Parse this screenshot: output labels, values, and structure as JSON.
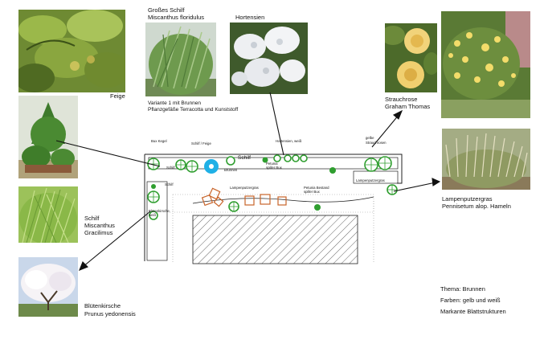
{
  "captions": {
    "feige": "Feige",
    "grosses_schilf_1": "Großes Schilf",
    "grosses_schilf_2": "Miscanthus floridulus",
    "hortensien": "Hortensien",
    "variante_1": "Variante 1 mit Brunnen",
    "variante_2": "Pflanzgefäße Terracotta und Kunststoff",
    "strauchrose_1": "Strauchrose",
    "strauchrose_2": "Graham Thomas",
    "schilf_1": "Schilf",
    "schilf_2": "Miscanthus",
    "schilf_3": "Gracilimus",
    "lampenputzergras_1": "Lampenputzergras",
    "lampenputzergras_2": "Pennisetum alop. Hameln",
    "bluetenkirsche_1": "Blütenkirsche",
    "bluetenkirsche_2": "Prunus yedonensis"
  },
  "info": {
    "thema": "Thema: Brunnen",
    "farben": "Farben: gelb und weiß",
    "blatt": "Markante Blattstrukturen"
  },
  "plan_labels": {
    "bux_kegel": "Bux Kegel",
    "schilf_feige": "Schilf / Feige",
    "schilf_small": "Schilf",
    "schilf_top": "Schilf",
    "brunnen": "Brunnen",
    "hortensien_weiss": "Hortensien, weiß",
    "petunia_spiller_1": "Petunia",
    "petunia_spiller_2": "spiller Bux",
    "gelbe_strauchrosen_1": "gelbe",
    "gelbe_strauchrosen_2": "Strauchrosen",
    "schilf_left": "Schilf",
    "lampenputzergras_plan": "Lampenputzergras",
    "petunia_bestand_1": "Petunia Bestand",
    "petunia_bestand_2": "spiller Bux",
    "lampenputzergras_right": "Lampenputzergras",
    "bluetenkirsche_plan_1": "Blütenkirsche,",
    "bluetenkirsche_plan_2": "weiß"
  },
  "colors": {
    "plant_green": "#2f9e2f",
    "fountain_blue": "#1fb0e6",
    "terracotta": "#c8642a"
  }
}
